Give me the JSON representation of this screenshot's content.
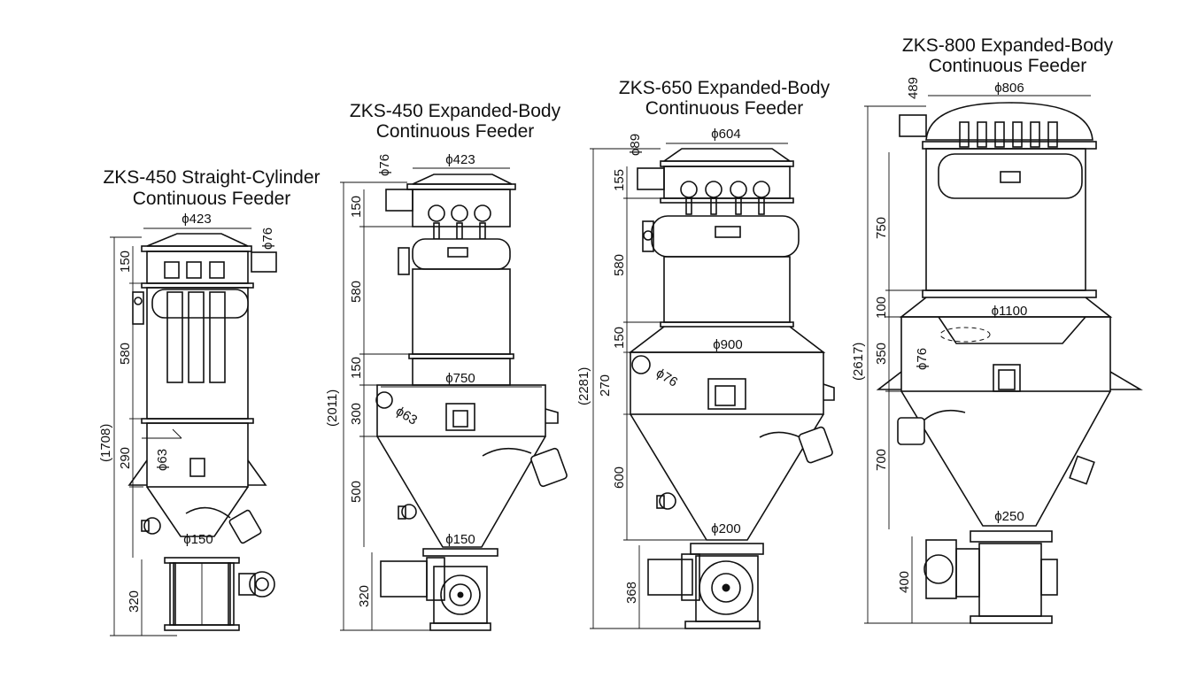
{
  "units": {
    "zks450s": {
      "title1": "ZKS-450 Straight-Cylinder",
      "title2": "Continuous Feeder",
      "d_top": "ϕ423",
      "d_pipe": "ϕ76",
      "d_inlet": "ϕ63",
      "d_out": "ϕ150",
      "h150": "150",
      "h580": "580",
      "h290": "290",
      "h320": "320",
      "total": "(1708)"
    },
    "zks450e": {
      "title1": "ZKS-450 Expanded-Body",
      "title2": "Continuous Feeder",
      "d_top": "ϕ423",
      "d_pipe": "ϕ76",
      "d_body": "ϕ750",
      "d_inlet": "ϕ63",
      "d_out": "ϕ150",
      "h150a": "150",
      "h580": "580",
      "h150b": "150",
      "h300": "300",
      "h500": "500",
      "h320": "320",
      "total": "(2011)"
    },
    "zks650": {
      "title1": "ZKS-650 Expanded-Body",
      "title2": "Continuous Feeder",
      "d_top": "ϕ604",
      "d_pipe": "ϕ89",
      "d_body": "ϕ900",
      "d_inlet": "ϕ76",
      "d_out": "ϕ200",
      "h155": "155",
      "h580": "580",
      "h150": "150",
      "h270": "270",
      "h600": "600",
      "h368": "368",
      "total": "(2281)"
    },
    "zks800": {
      "title1": "ZKS-800 Expanded-Body",
      "title2": "Continuous Feeder",
      "d_top": "ϕ806",
      "d_pipe": "489",
      "d_body": "ϕ1100",
      "d_inlet": "ϕ76",
      "d_out": "ϕ250",
      "h750": "750",
      "h100": "100",
      "h350": "350",
      "h700": "700",
      "h400": "400",
      "total": "(2617)"
    }
  }
}
